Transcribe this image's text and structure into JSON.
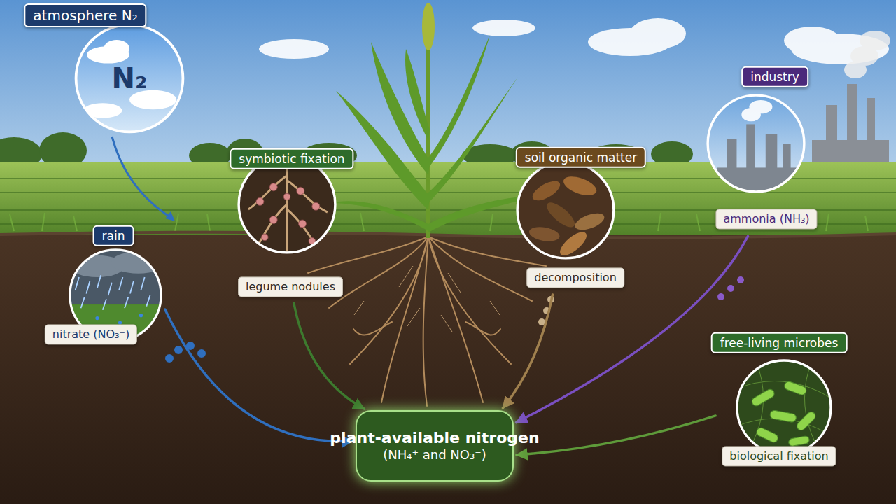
{
  "diagram": {
    "nodes": [
      {
        "text": [
          "atmosphere N₂",
          "N₂"
        ]
      },
      {
        "text": [
          "rain",
          "nitrate (NO₃⁻)"
        ]
      },
      {
        "text": [
          "symbiotic fixation",
          "legume nodules"
        ]
      },
      {
        "text": [
          "soil organic matter",
          "decomposition"
        ]
      },
      {
        "text": [
          "industry",
          "ammonia (NH₃)"
        ]
      },
      {
        "text": [
          "free-living microbes",
          "biological fixation"
        ]
      },
      {
        "text": [
          "plant-available nitrogen",
          "(NH₄⁺ and NO₃⁻)"
        ]
      }
    ],
    "edges": [
      {
        "from": 1,
        "to": 6,
        "arrow": "to"
      },
      {
        "from": 2,
        "to": 6,
        "arrow": "to"
      },
      {
        "from": 3,
        "to": 6,
        "arrow": "to"
      },
      {
        "from": 4,
        "to": 6,
        "arrow": "to"
      },
      {
        "from": 5,
        "to": 6,
        "arrow": "to"
      }
    ]
  }
}
